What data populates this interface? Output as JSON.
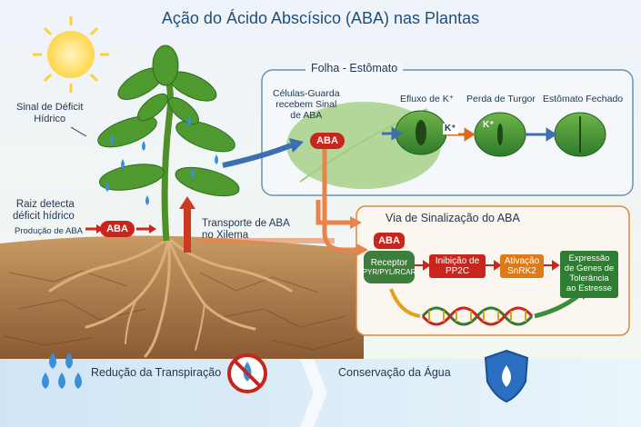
{
  "title": "Ação do Ácido Abscísico (ABA) nas Plantas",
  "left_labels": {
    "signal": [
      "Sinal de Déficit",
      "Hídrico"
    ],
    "root_detect": [
      "Raiz detecta",
      "déficit hídrico"
    ],
    "production": "Produção de ABA",
    "transport": [
      "Transporte de ABA",
      "no Xilema"
    ]
  },
  "aba_label": "ABA",
  "leaf_panel": {
    "title": "Folha - Estômato",
    "guard_cells": [
      "Células-Guarda",
      "recebem Sinal",
      "de ABA"
    ],
    "steps": [
      "Efluxo de K⁺",
      "Perda de Turgor",
      "Estômato Fechado"
    ],
    "k_label": "K⁺"
  },
  "signal_panel": {
    "title": "Via de Sinalização do ABA",
    "receptor": [
      "Receptor",
      "PYR/PYL/RCAR"
    ],
    "pp2c": [
      "Inibição de",
      "PP2C"
    ],
    "snrk2": [
      "Ativação",
      "SnRK2"
    ],
    "genes": [
      "Expressão",
      "de Genes de",
      "Tolerância",
      "ao Estresse"
    ]
  },
  "bottom": {
    "left": "Redução da Transpiração",
    "right": "Conservação da Água"
  },
  "colors": {
    "aba_red": "#c8261d",
    "snrk_orange": "#e07a16",
    "gene_green": "#2f7d32",
    "title_blue": "#1f4e79",
    "panel_border": "#6c8fb3",
    "signal_border": "#d98a3a"
  }
}
